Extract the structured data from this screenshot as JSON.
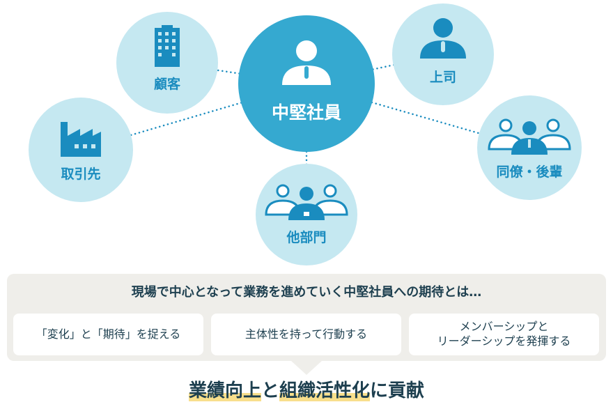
{
  "center": {
    "label": "中堅社員",
    "icon": "person-tie-icon"
  },
  "nodes": [
    {
      "label": "顧客",
      "icon": "building-icon"
    },
    {
      "label": "上司",
      "icon": "person-tie-icon"
    },
    {
      "label": "取引先",
      "icon": "factory-icon"
    },
    {
      "label": "同僚・後輩",
      "icon": "group-icon"
    },
    {
      "label": "他部門",
      "icon": "group-badge-icon"
    }
  ],
  "expectations": {
    "title": "現場で中心となって業務を進めていく中堅社員への期待とは…",
    "items": [
      "「変化」と「期待」を捉える",
      "主体性を持って行動する",
      "メンバーシップと\nリーダーシップを発揮する"
    ]
  },
  "result": {
    "part1": "業績向上",
    "mid": "と",
    "part2": "組織活性化",
    "end": "に貢献"
  },
  "colors": {
    "primary": "#35a9d0",
    "light": "#c5e8f1",
    "text": "#1d3f4f",
    "highlight": "#f8df8c"
  }
}
